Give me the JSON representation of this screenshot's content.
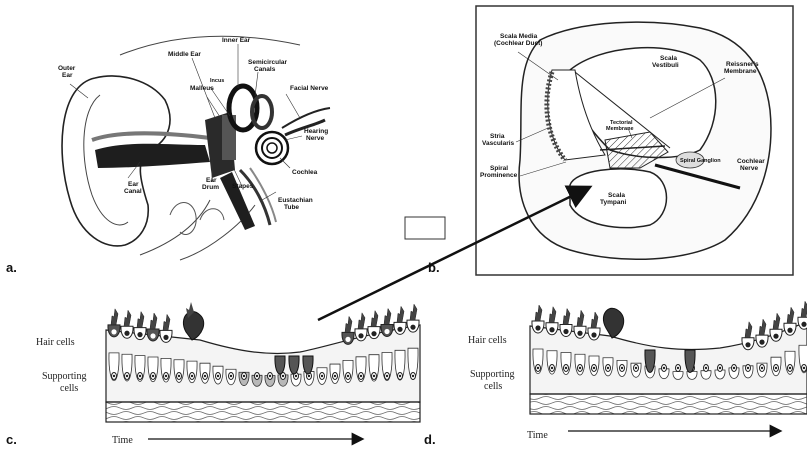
{
  "panels": {
    "a": {
      "letter": "a.",
      "labels": {
        "outer_ear": [
          "Outer",
          "Ear"
        ],
        "middle_ear": "Middle Ear",
        "inner_ear": "Inner Ear",
        "semicircular": [
          "Semicircular",
          "Canals"
        ],
        "malleus": "Malleus",
        "incus": "Incus",
        "facial_nerve": "Facial Nerve",
        "hearing_nerve": [
          "Hearing",
          "Nerve"
        ],
        "cochlea": "Cochlea",
        "ear_drum": [
          "Ear",
          "Drum"
        ],
        "stapes": "Stapes",
        "eustachian": [
          "Eustachian",
          "Tube"
        ],
        "ear_canal": [
          "Ear",
          "Canal"
        ]
      }
    },
    "b": {
      "letter": "b.",
      "labels": {
        "scala_media": [
          "Scala Media",
          "(Cochlear Duct)"
        ],
        "scala_vestibuli": [
          "Scala",
          "Vestibuli"
        ],
        "reissner": [
          "Reissner's",
          "Membrane"
        ],
        "tectorial": [
          "Tectorial",
          "Membrane"
        ],
        "stria": [
          "Stria",
          "Vascularis"
        ],
        "spiral_prominence": [
          "Spiral",
          "Prominence"
        ],
        "spiral_ganglion": "Spiral Ganglion",
        "cochlear_nerve": [
          "Cochlear",
          "Nerve"
        ],
        "scala_tympani": [
          "Scala",
          "Tympani"
        ]
      }
    },
    "c": {
      "letter": "c.",
      "hair_cells": "Hair cells",
      "supporting_cells": [
        "Supporting",
        "cells"
      ],
      "time": "Time"
    },
    "d": {
      "letter": "d.",
      "hair_cells": "Hair cells",
      "supporting_cells": [
        "Supporting",
        "cells"
      ],
      "time": "Time"
    }
  },
  "colors": {
    "ink": "#111111",
    "tissue": "#f2f2f2",
    "scar": "#c8c8c8",
    "dark_cell": "#555555",
    "grey_cell": "#b8b8b8"
  }
}
